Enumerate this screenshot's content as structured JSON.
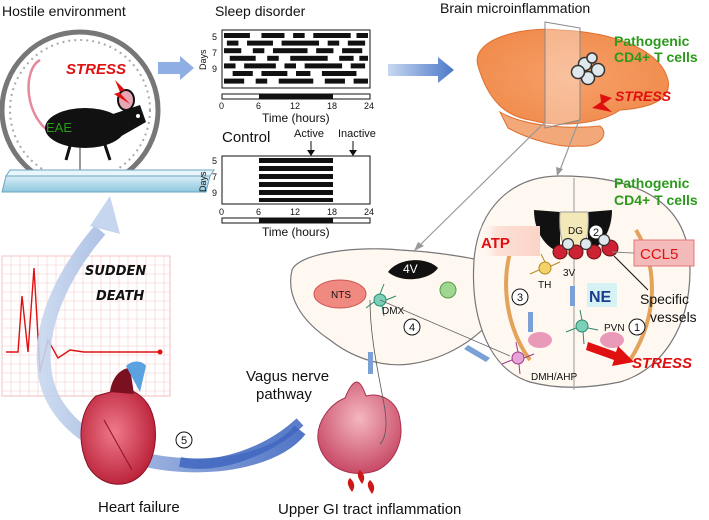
{
  "titles": {
    "hostile": "Hostile environment",
    "sleep": "Sleep disorder",
    "brain": "Brain microinflammation"
  },
  "mouse": {
    "stress": "STRESS",
    "eae": "EAE"
  },
  "raster": {
    "ylabel": "Days",
    "yticks": [
      "5",
      "7",
      "9"
    ],
    "xticks": [
      "0",
      "6",
      "12",
      "18",
      "24"
    ],
    "xlabel": "Time (hours)"
  },
  "control": {
    "title": "Control",
    "active": "Active",
    "inactive": "Inactive"
  },
  "brain_top": {
    "cells_l1": "Pathogenic",
    "cells_l2": "CD4+ T cells",
    "stress": "STRESS"
  },
  "section": {
    "cells_l1": "Pathogenic",
    "cells_l2": "CD4+ T cells",
    "atp": "ATP",
    "ccl5": "CCL5",
    "ne": "NE",
    "dg": "DG",
    "th": "TH",
    "v3": "3V",
    "pvn": "PVN",
    "dmh": "DMH/AHP",
    "vessels_l1": "Specific",
    "vessels_l2": "vessels",
    "stress": "STRESS",
    "n1": "1",
    "n2": "2",
    "n3": "3"
  },
  "brainstem": {
    "v4": "4V",
    "nts": "NTS",
    "dmx": "DMX",
    "n4": "4"
  },
  "vagus": {
    "l1": "Vagus nerve",
    "l2": "pathway"
  },
  "death": {
    "l1": "SUDDEN",
    "l2": "DEATH"
  },
  "bottom": {
    "heart": "Heart failure",
    "n5": "5",
    "gi": "Upper GI tract inflammation"
  }
}
